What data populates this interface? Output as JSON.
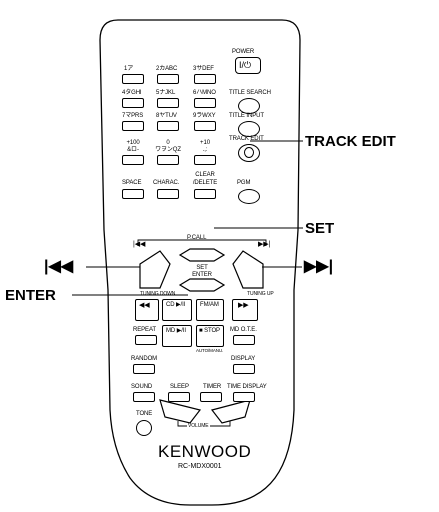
{
  "remote": {
    "power": "POWER",
    "power_symbol": "I/⏻",
    "keys": [
      "1ア",
      "2カABC",
      "3サDEF",
      "4タGHI",
      "5ナJKL",
      "6ハMNO",
      "7マPRS",
      "8ヤTUV",
      "9ラWXY",
      "+100",
      "0",
      "+10"
    ],
    "keys_sub": [
      "&ロ-",
      "ワヲンQZ",
      ".,:"
    ],
    "title_search": "TITLE SEARCH",
    "title_input": "TITLE INPUT",
    "track_edit_key": "TRACK EDIT",
    "space": "SPACE",
    "charac": "CHARAC.",
    "clear": "CLEAR",
    "delete": "/DELETE",
    "pgm": "PGM",
    "pcall": "P.CALL",
    "prev_symbol": "|◀◀",
    "next_symbol": "▶▶|",
    "set_key": "SET",
    "enter_key": "ENTER",
    "tuning_down": "TUNING DOWN",
    "tuning_up": "TUNING UP",
    "rew_symbol": "◀◀",
    "cd_play": "CD ▶/II",
    "fm_am": "FM/AM",
    "ff_symbol": "▶▶",
    "repeat": "REPEAT",
    "md_play": "MD ▶/II",
    "stop": "■ STOP",
    "auto_manu": "AUTO/MANU.",
    "md_ote": "MD O.T.E.",
    "random": "RANDOM",
    "display": "DISPLAY",
    "sound": "SOUND",
    "sleep": "SLEEP",
    "timer": "TIMER",
    "time_display": "TIME DISPLAY",
    "tone": "TONE",
    "volume": "VOLUME",
    "brand": "KENWOOD",
    "model": "RC-MDX0001"
  },
  "callouts": {
    "track_edit": "TRACK EDIT",
    "set": "SET",
    "previous_symbol": "|◀◀",
    "next_symbol": "▶▶|",
    "enter": "ENTER"
  }
}
